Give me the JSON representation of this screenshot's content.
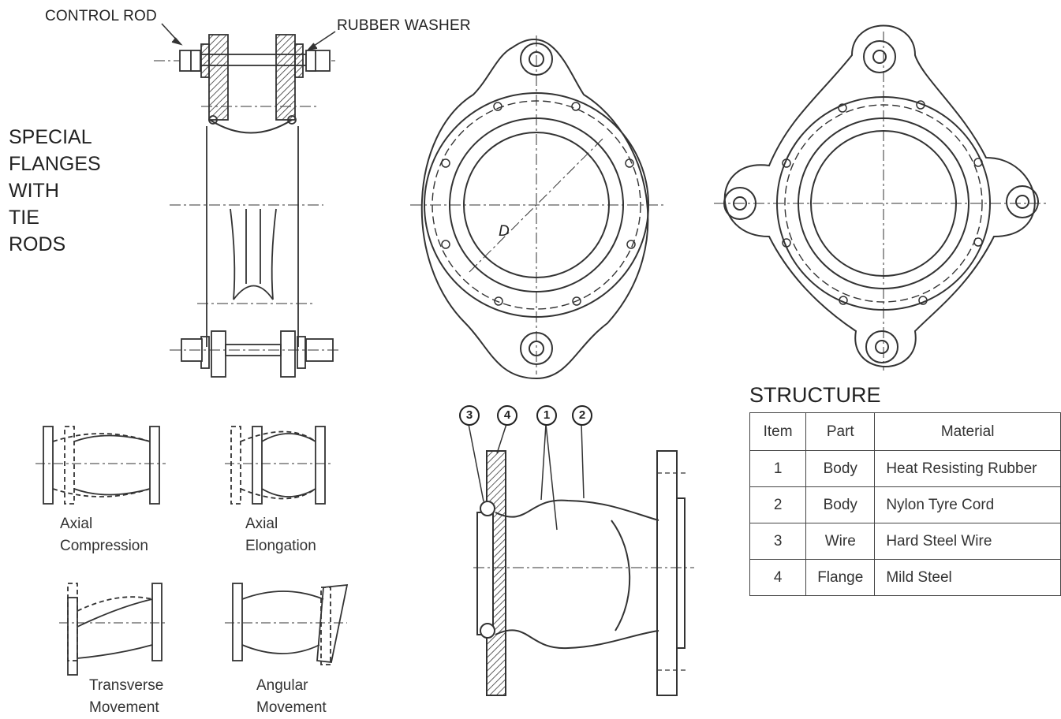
{
  "labels": {
    "control_rod": "CONTROL ROD",
    "rubber_washer": "RUBBER WASHER",
    "special_flanges": [
      "SPECIAL",
      "FLANGES",
      "WITH",
      "TIE",
      "RODS"
    ],
    "diameter_mark": "D"
  },
  "movements": [
    {
      "line1": "Axial",
      "line2": "Compression"
    },
    {
      "line1": "Axial",
      "line2": "Elongation"
    },
    {
      "line1": "Transverse",
      "line2": "Movement"
    },
    {
      "line1": "Angular",
      "line2": "Movement"
    }
  ],
  "callouts": [
    "3",
    "4",
    "1",
    "2"
  ],
  "structure": {
    "title": "STRUCTURE",
    "headers": [
      "Item",
      "Part",
      "Material"
    ],
    "rows": [
      {
        "item": "1",
        "part": "Body",
        "material": "Heat Resisting Rubber"
      },
      {
        "item": "2",
        "part": "Body",
        "material": "Nylon Tyre Cord"
      },
      {
        "item": "3",
        "part": "Wire",
        "material": "Hard Steel Wire"
      },
      {
        "item": "4",
        "part": "Flange",
        "material": "Mild Steel"
      }
    ]
  }
}
